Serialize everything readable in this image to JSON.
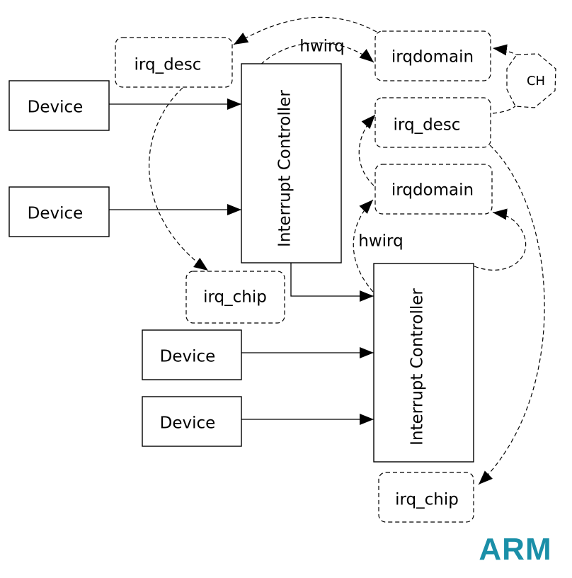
{
  "labels": {
    "device": "Device",
    "interrupt_controller": "Interrupt Controller",
    "irq_desc": "irq_desc",
    "irqdomain": "irqdomain",
    "irq_chip": "irq_chip",
    "hwirq": "hwirq",
    "ch": "CH"
  },
  "logo": {
    "text": "ARM",
    "color": "#1a8fa8"
  }
}
